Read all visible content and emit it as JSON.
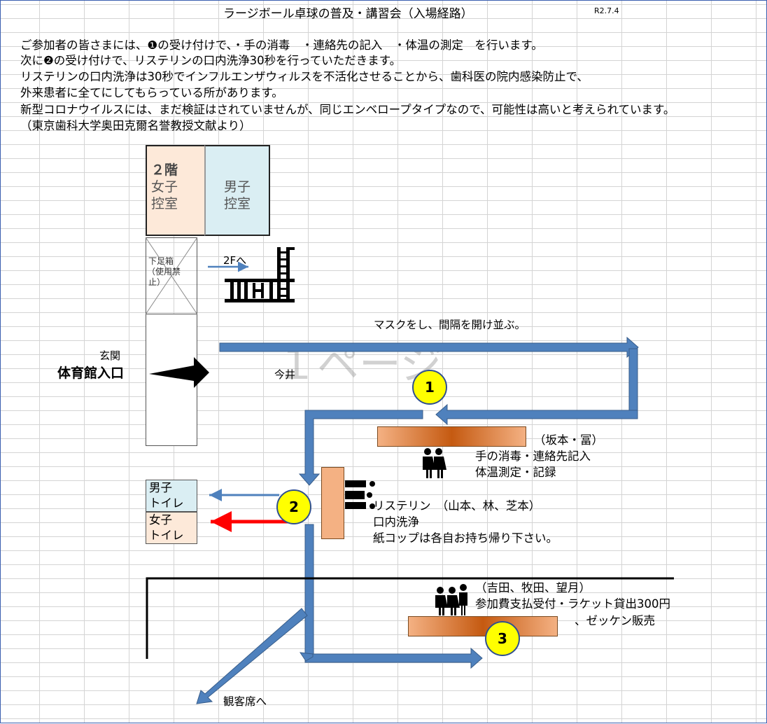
{
  "header": {
    "title": "ラージボール卓球の普及・講習会（入場経路）",
    "date": "R2.7.4"
  },
  "intro_lines": [
    "ご参加者の皆さまには、❶の受け付けで、・手の消毒　・連絡先の記入　・体温の測定　を行います。",
    "次に❷の受け付けで、リステリンの口内洗浄30秒を行っていただきます。",
    "リステリンの口内洗浄は30秒でインフルエンザウィルスを不活化させることから、歯科医の院内感染防止で、",
    "外来患者に全てにしてもらっている所があります。",
    "新型コロナウイルスには、まだ検証はされていませんが、同じエンベロープタイプなので、可能性は高いと考えられています。",
    "（東京歯科大学奥田克爾名誉教授文献より）"
  ],
  "floor2": {
    "floor_label": "２階",
    "women_room_line1": "女子",
    "women_room_line2": "控室",
    "men_room_line1": "男子",
    "men_room_line2": "控室"
  },
  "shoe_box": {
    "line1": "下足箱",
    "line2": "（使用禁",
    "line3": "止）"
  },
  "labels": {
    "to_2f": "2Fへ",
    "line_up": "マスクをし、間隔を開け並ぶ。",
    "entrance_top": "玄関",
    "entrance_main": "体育館入口",
    "watermark": "１ページ",
    "imai": "今井",
    "to_seats": "観客席へ"
  },
  "stations": [
    {
      "number": "1",
      "line1": "（坂本・冨）",
      "line2": "手の消毒・連絡先記入",
      "line3": "体温測定・記録"
    },
    {
      "number": "2",
      "line1": "リステリン　（山本、林、芝本）",
      "line2": "口内洗浄",
      "line3": "紙コップは各自お持ち帰り下さい。"
    },
    {
      "number": "3",
      "line1": "（吉田、牧田、望月）",
      "line2": "参加費支払受付・ラケット貸出300円",
      "line3": "、ゼッケン販売"
    }
  ],
  "toilets": {
    "men_line1": "男子",
    "men_line2": "トイレ",
    "women_line1": "女子",
    "women_line2": "トイレ"
  },
  "colors": {
    "flow_arrow": "#4f81bd",
    "flow_arrow_edge": "#385d8a",
    "men_fill": "#daeef3",
    "women_fill": "#fde9d9",
    "station_circle": "#ffff00",
    "counter_dark": "#c55a11",
    "counter_light": "#f4b183",
    "women_toilet_arrow": "#ff0000"
  }
}
